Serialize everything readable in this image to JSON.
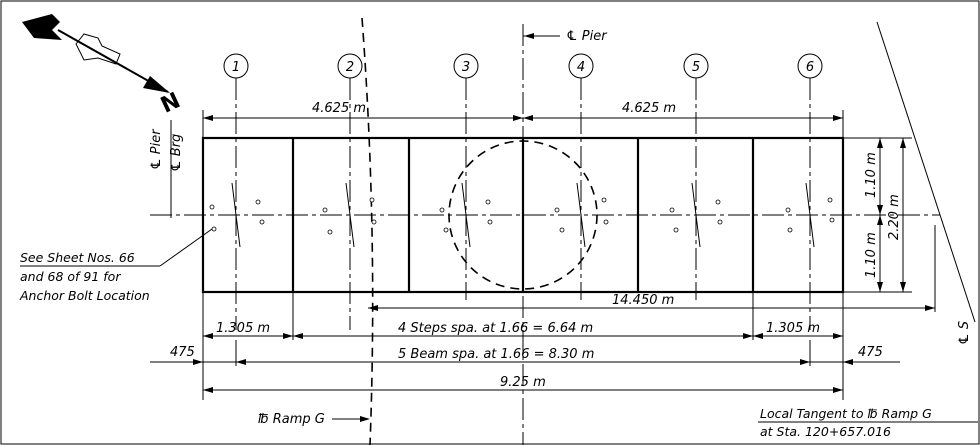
{
  "pier_label": "℄ Pier",
  "pier_label_side": "℄ Pier",
  "brg_label": "℄ Brg",
  "north_label": "N",
  "beam_numbers": [
    "1",
    "2",
    "3",
    "4",
    "5",
    "6"
  ],
  "dimensions": {
    "left_half": "4.625 m",
    "right_half": "4.625 m",
    "upper_width": "1.10 m",
    "lower_width": "1.10 m",
    "total_width": "2.20 m",
    "skew_length": "14.450 m",
    "end_left": "1.305 m",
    "end_right": "1.305 m",
    "steps": "4 Steps spa. at 1.66 = 6.64 m",
    "offset_left": "475",
    "offset_right": "475",
    "beams": "5 Beam spa. at 1.66 = 8.30 m",
    "overall": "9.25 m"
  },
  "note_lines": [
    "See Sheet Nos. 66",
    "and 68 of 91 for",
    "Anchor Bolt Location"
  ],
  "ramp_label": "℔ Ramp G",
  "tangent_lines": [
    "Local Tangent to ℔ Ramp G",
    "at Sta. 120+657.016"
  ],
  "cut_text": "℄ S"
}
